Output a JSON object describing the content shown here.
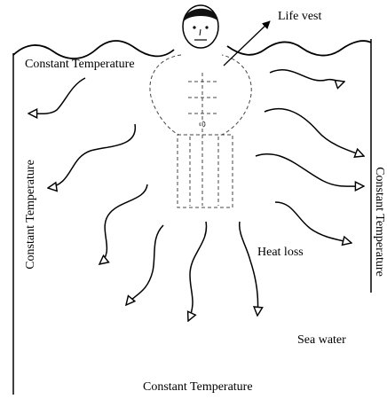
{
  "labels": {
    "top_temperature": "Constant Temperature",
    "left_temperature": "Constant Temperature",
    "right_temperature": "Constant Temperature",
    "bottom_temperature": "Constant Temperature",
    "life_vest": "Life vest",
    "heat_loss": "Heat loss",
    "sea_water": "Sea water"
  },
  "colors": {
    "line": "#000000",
    "hair": "#111111",
    "background": "#ffffff"
  },
  "icons": {
    "person": "person-head-icon",
    "heat_arrow": "wavy-arrow-icon"
  }
}
